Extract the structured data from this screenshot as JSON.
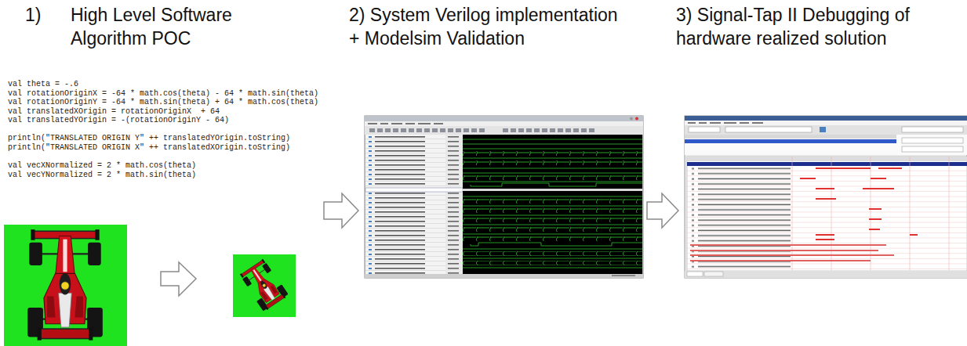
{
  "diagram": {
    "nodes": [
      {
        "text": [
          "1)",
          "High Level Software Algorithm POC"
        ]
      },
      {
        "text": [
          "2) System Verilog implementation + Modelsim Validation"
        ]
      },
      {
        "text": [
          "3) Signal-Tap II Debugging of hardware realized solution"
        ]
      }
    ],
    "edges": [
      {
        "from": 0,
        "to": 1,
        "arrow": "to"
      },
      {
        "from": 1,
        "to": 2,
        "arrow": "to"
      }
    ],
    "labels": [
      "val theta = -.6",
      "val rotationOriginX = -64 * math.cos(theta) - 64 * math.sin(theta)",
      "val rotationOriginY = -64 * math.sin(theta) + 64 * math.cos(theta)",
      "val translatedXOrigin = rotationOriginX  + 64",
      "val translatedYOrigin = -(rotationOriginY - 64)",
      "println(\"TRANSLATED ORIGIN Y\" ++ translatedYOrigin.toString)",
      "println(\"TRANSLATED ORIGIN X\" ++ translatedXOrigin.toString)",
      "val vecXNormalized = 2 * math.cos(theta)",
      "val vecYNormalized = 2 * math.sin(theta)"
    ]
  }
}
